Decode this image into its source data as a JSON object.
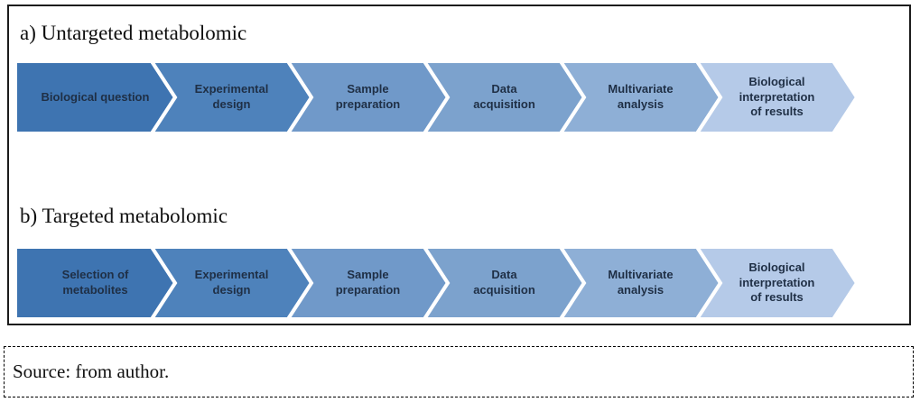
{
  "palette": [
    "#3e74b1",
    "#4e82bb",
    "#7099c9",
    "#7ca2cd",
    "#8eafd6",
    "#b5cae8"
  ],
  "text_color": "#1f2f45",
  "sections": [
    {
      "title": "a) Untargeted metabolomic",
      "steps": [
        "Biological question",
        "Experimental\ndesign",
        "Sample\npreparation",
        "Data\nacquisition",
        "Multivariate\nanalysis",
        "Biological\ninterpretation\nof results"
      ]
    },
    {
      "title": "b) Targeted metabolomic",
      "steps": [
        "Selection of\nmetabolites",
        "Experimental\ndesign",
        "Sample\npreparation",
        "Data\nacquisition",
        "Multivariate\nanalysis",
        "Biological\ninterpretation\nof results"
      ]
    }
  ],
  "source_note": "Source: from author."
}
